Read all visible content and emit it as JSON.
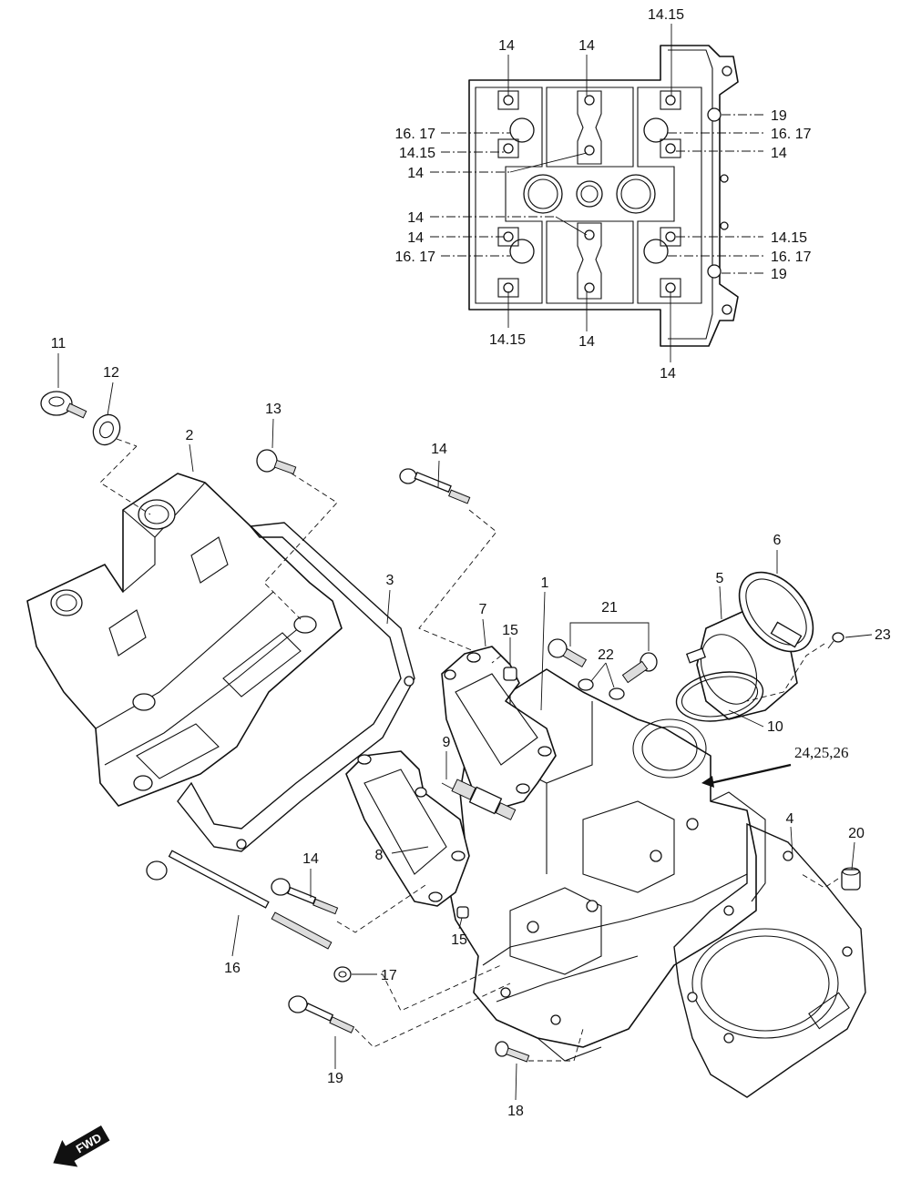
{
  "callouts": {
    "c1": "1",
    "c2": "2",
    "c3": "3",
    "c4": "4",
    "c5": "5",
    "c6": "6",
    "c7": "7",
    "c8": "8",
    "c9": "9",
    "c10": "10",
    "c11": "11",
    "c12": "12",
    "c13": "13",
    "c14_bolt_top": "14",
    "c14_bolt_mid": "14",
    "c15_top": "15",
    "c15_bottom": "15",
    "c16": "16",
    "c17": "17",
    "c18": "18",
    "c19": "19",
    "c20": "20",
    "c21": "21",
    "c22": "22",
    "c23": "23",
    "c24_26": "24,25,26"
  },
  "inset": {
    "top_1415": "14.15",
    "top_14_left": "14",
    "top_14_mid": "14",
    "right_19_top": "19",
    "right_1617_top": "16. 17",
    "right_14": "14",
    "right_1415": "14.15",
    "right_1617_bottom": "16. 17",
    "right_19_bottom": "19",
    "left_1617_top": "16. 17",
    "left_1415": "14.15",
    "left_14_a": "14",
    "left_14_b": "14",
    "left_14_c": "14",
    "left_1617_bottom": "16. 17",
    "bottom_1415": "14.15",
    "bottom_14_mid": "14",
    "bottom_14_right": "14"
  },
  "fwd_label": "FWD"
}
